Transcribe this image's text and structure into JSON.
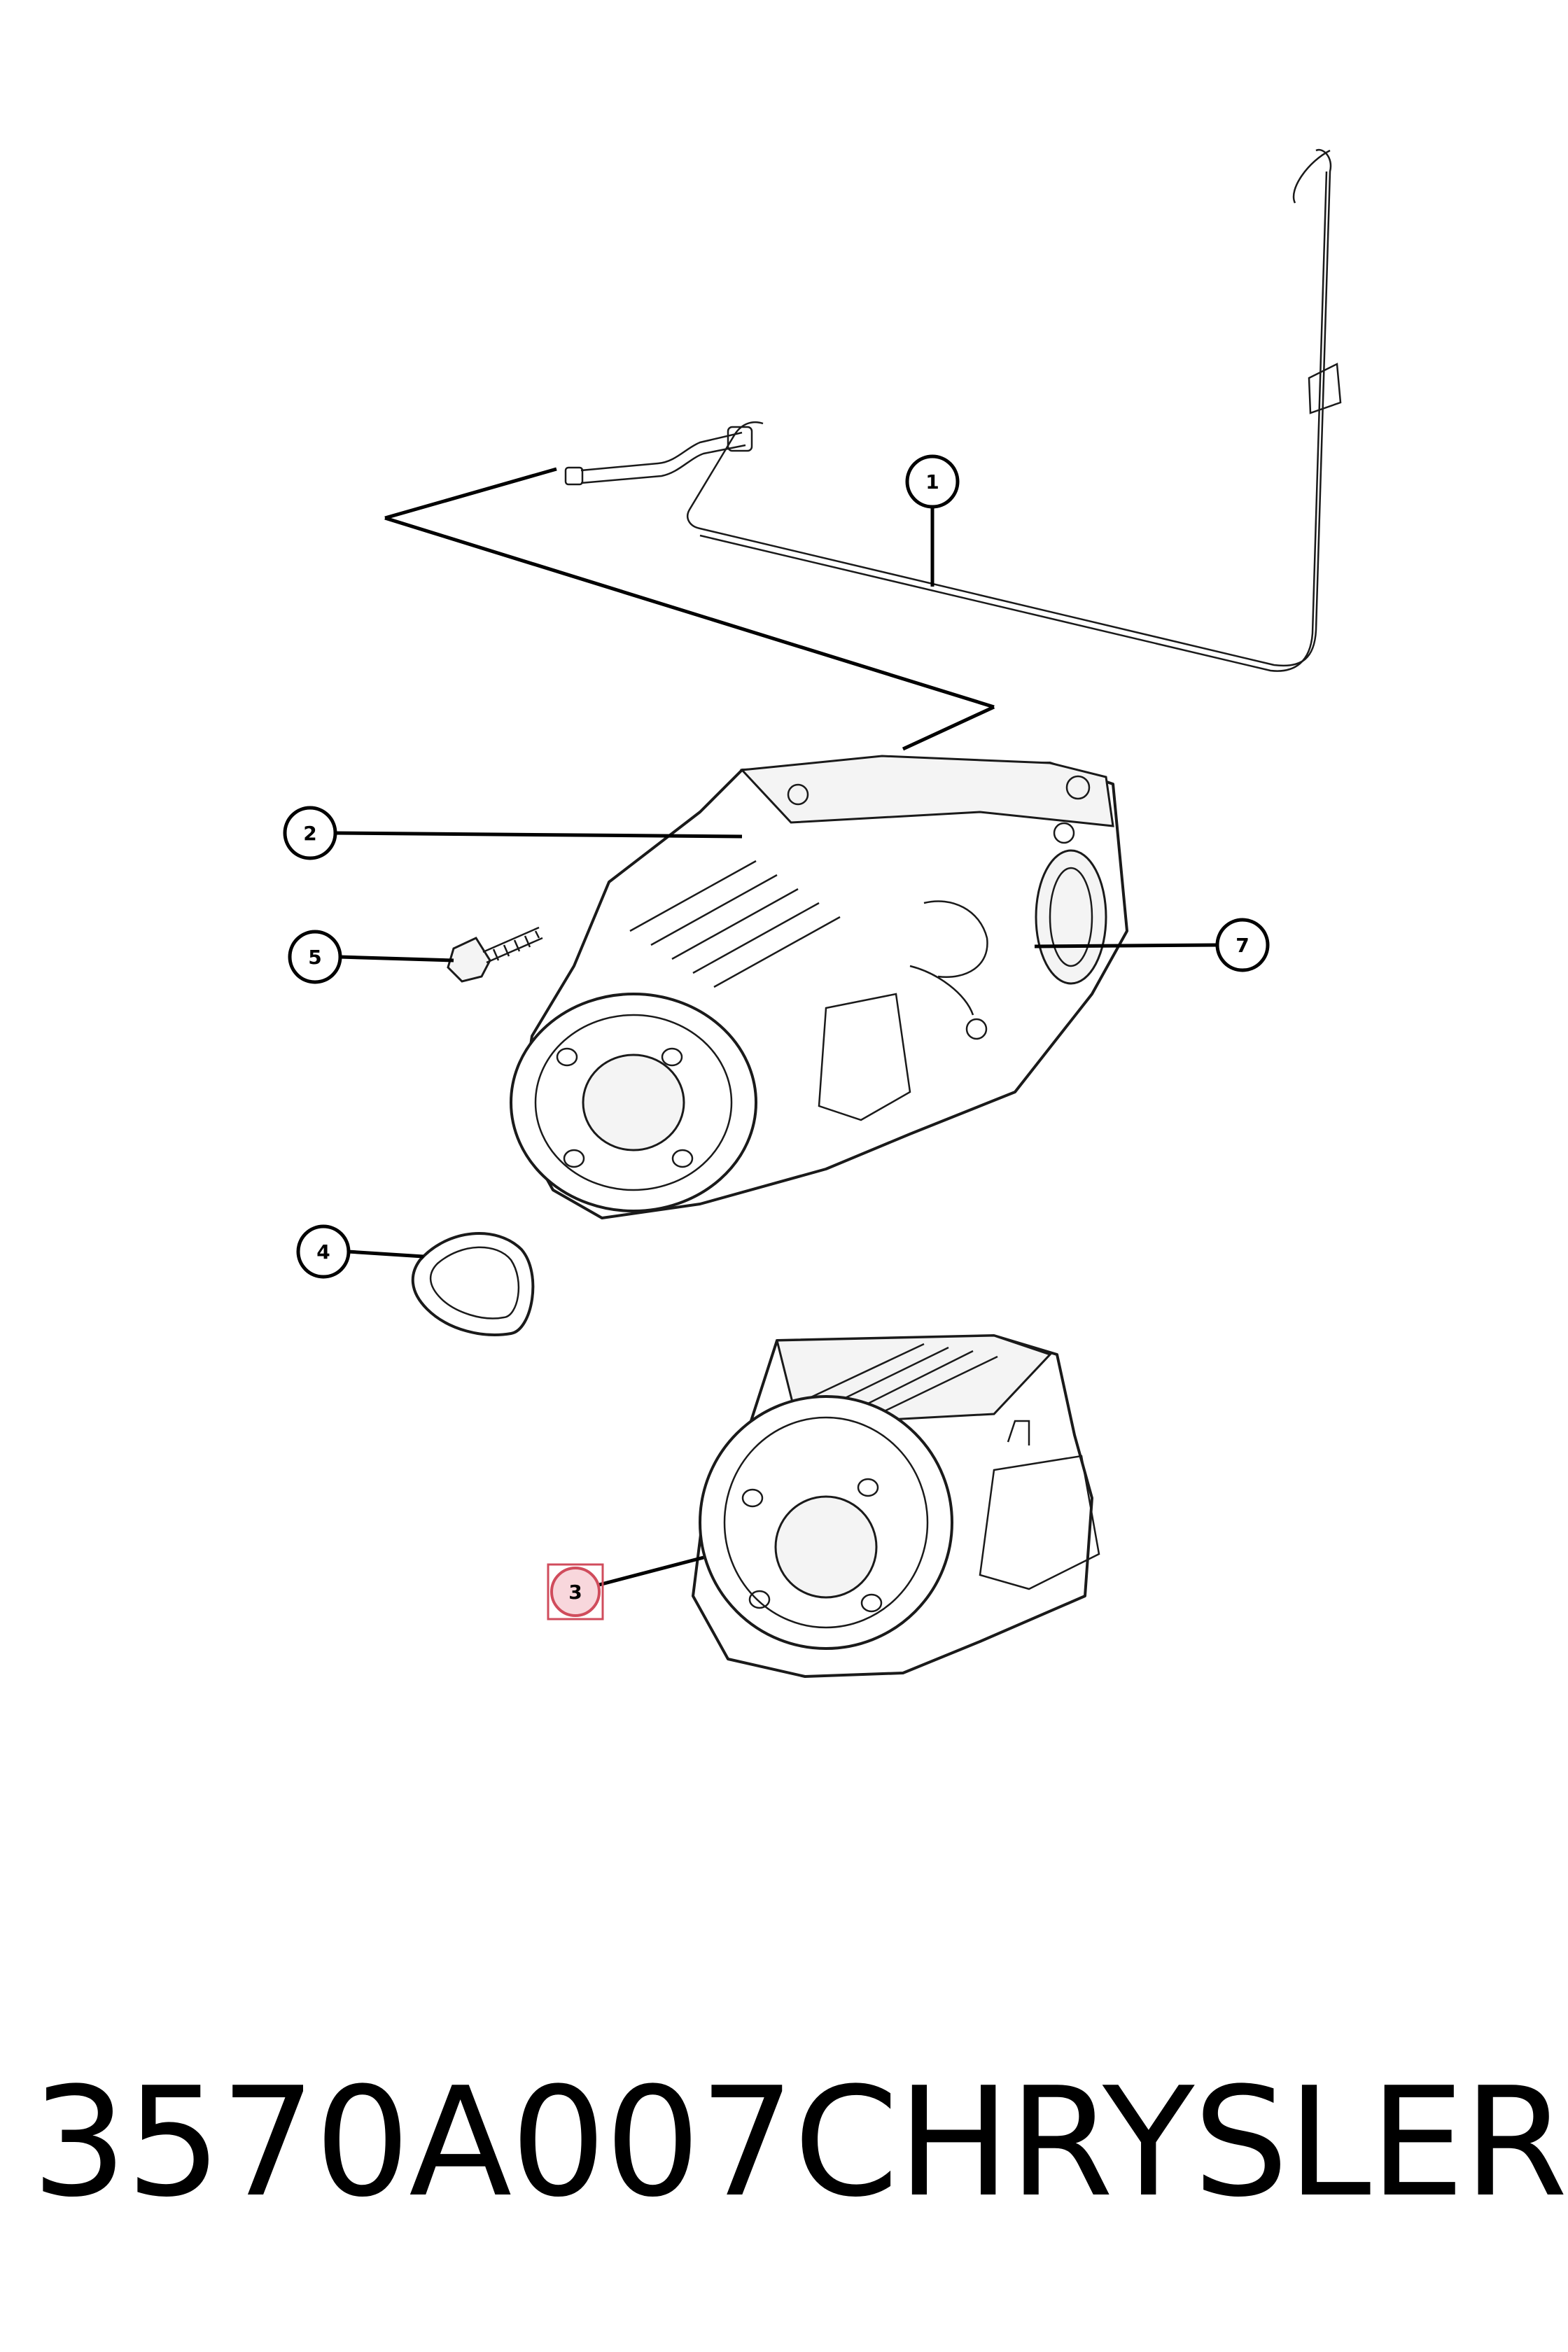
{
  "callouts": [
    {
      "id": "1",
      "label": "1",
      "highlighted": false
    },
    {
      "id": "2",
      "label": "2",
      "highlighted": false
    },
    {
      "id": "3",
      "label": "3",
      "highlighted": true
    },
    {
      "id": "4",
      "label": "4",
      "highlighted": false
    },
    {
      "id": "5",
      "label": "5",
      "highlighted": false
    },
    {
      "id": "7",
      "label": "7",
      "highlighted": false
    }
  ],
  "footer": {
    "part_number": "3570A007",
    "brand": "CHRYSLER"
  },
  "colors": {
    "line": "#000000",
    "highlight_fill": "#f8d7dc",
    "highlight_stroke": "#d04c5c"
  }
}
